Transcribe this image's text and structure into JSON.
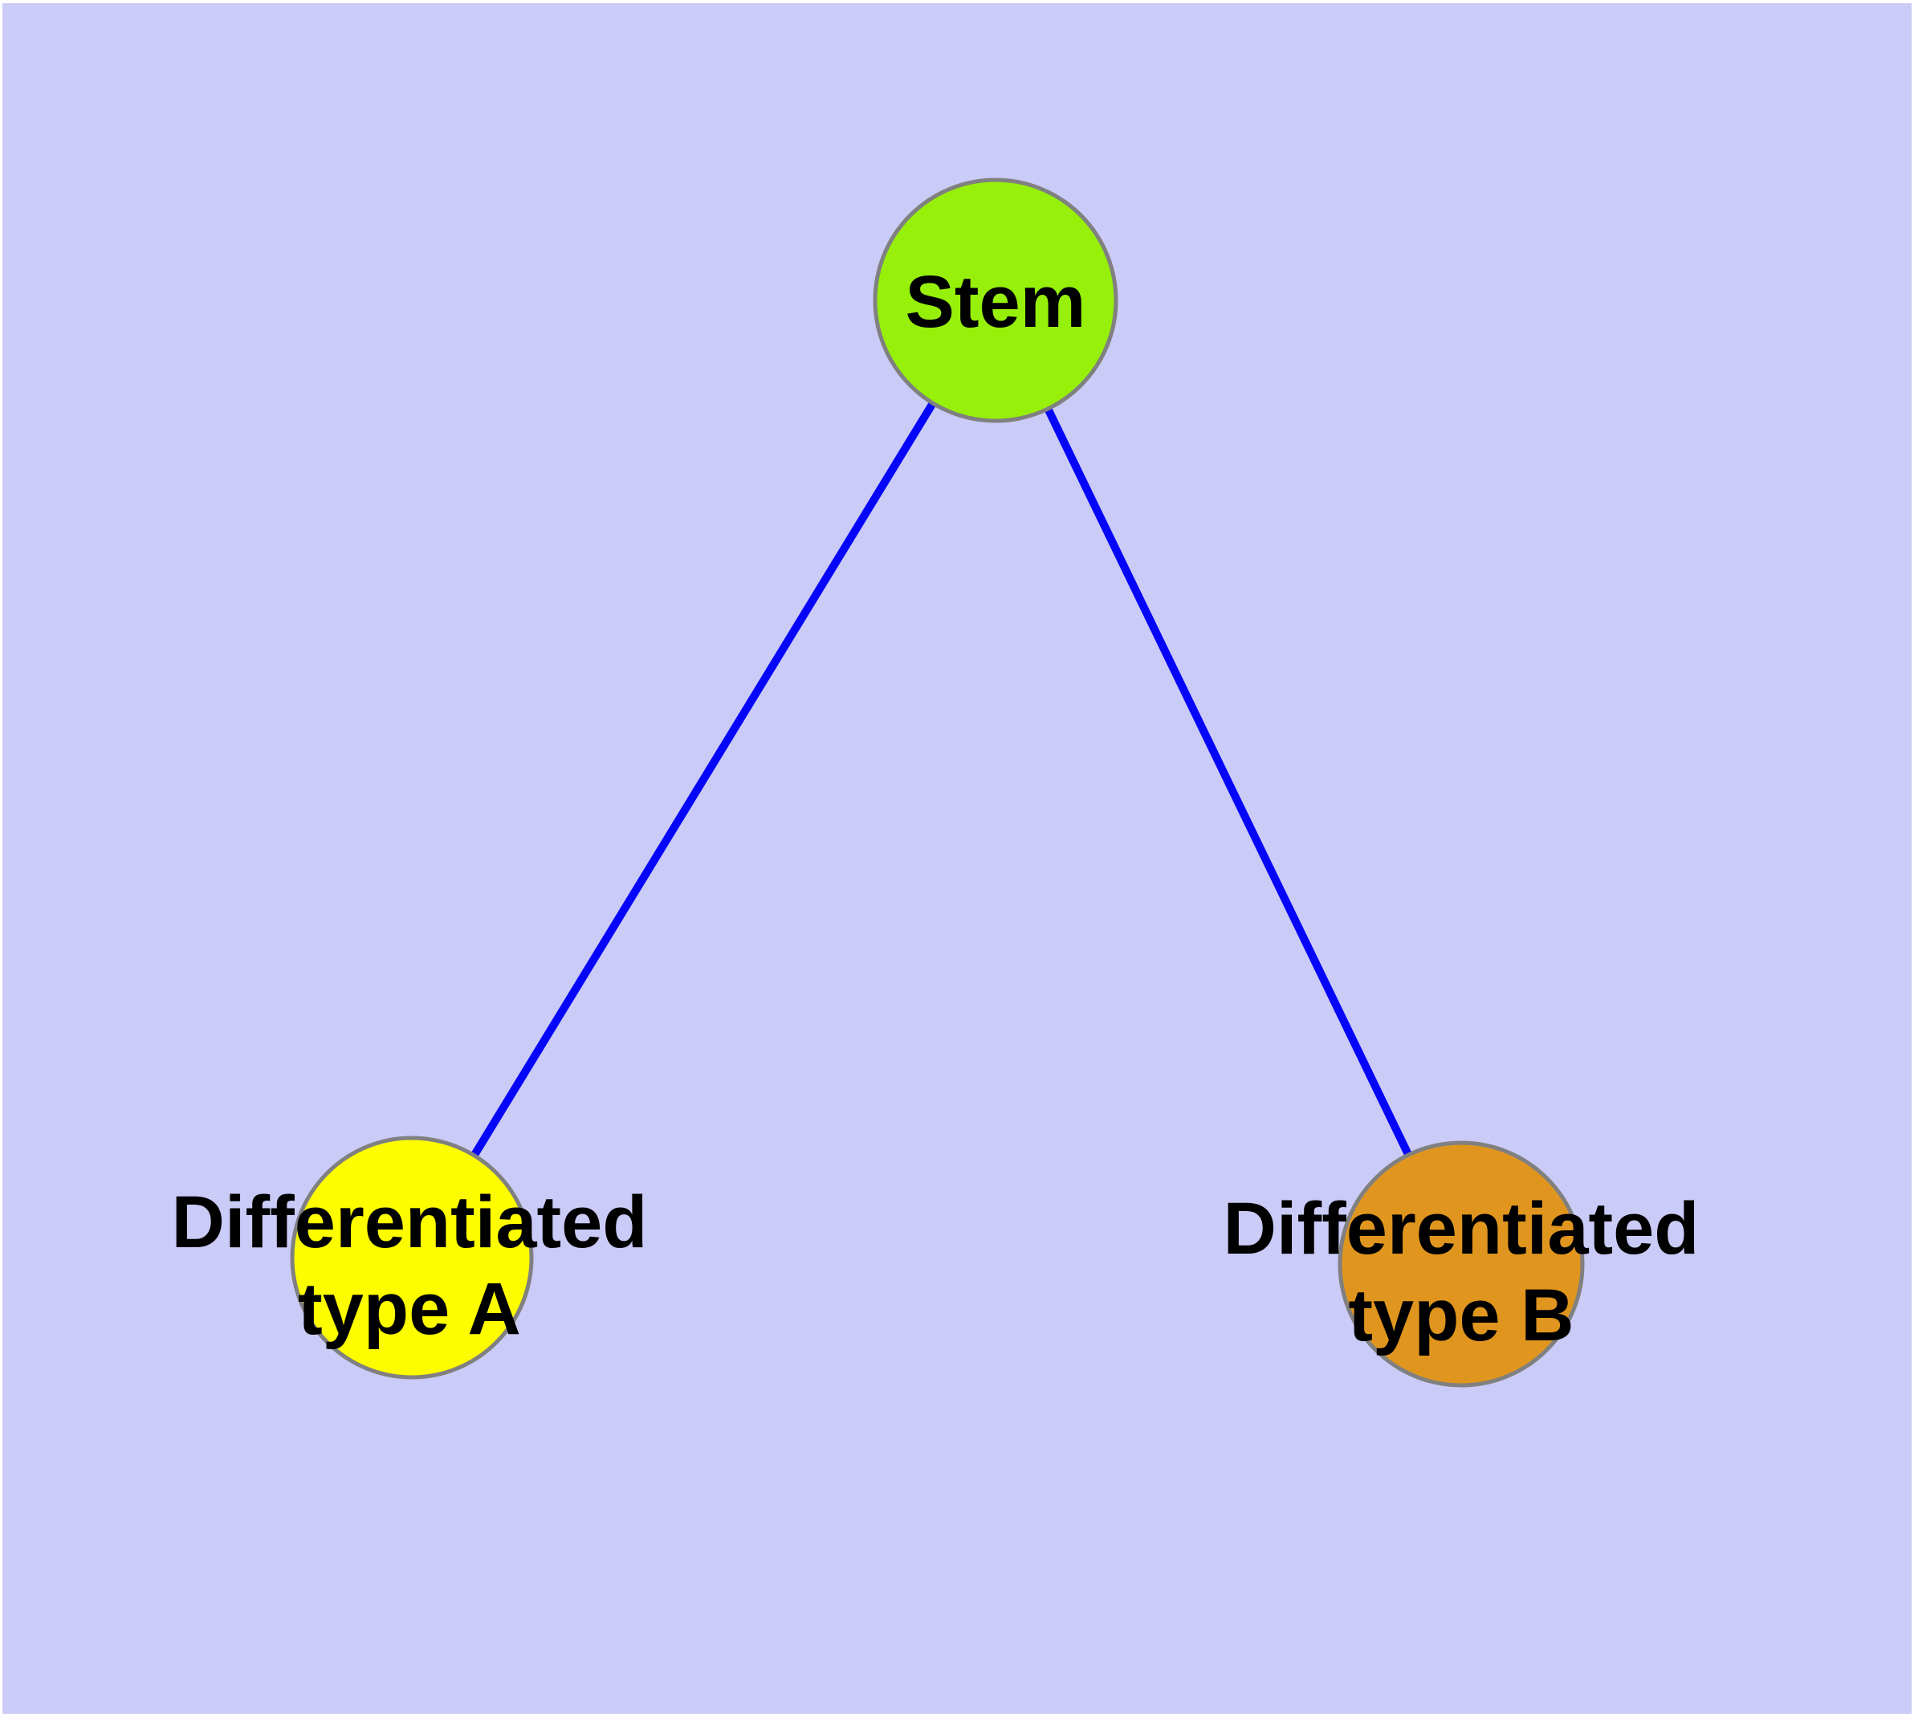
{
  "canvas": {
    "background": "#CBCBF8",
    "margin_color": "#FFFFFF"
  },
  "edges": {
    "color": "#0505F8",
    "items": [
      {
        "from": "stem",
        "to": "type_a"
      },
      {
        "from": "stem",
        "to": "type_b"
      }
    ]
  },
  "nodes": {
    "border_color": "#808080",
    "text_color": "#000000",
    "stem": {
      "label": "Stem",
      "fill": "#96F00A"
    },
    "type_a": {
      "label_line1": "Differentiated",
      "label_line2": "type A",
      "fill": "#FDFD00"
    },
    "type_b": {
      "label_line1": "Differentiated",
      "label_line2": "type B",
      "fill": "#E0961E"
    }
  }
}
